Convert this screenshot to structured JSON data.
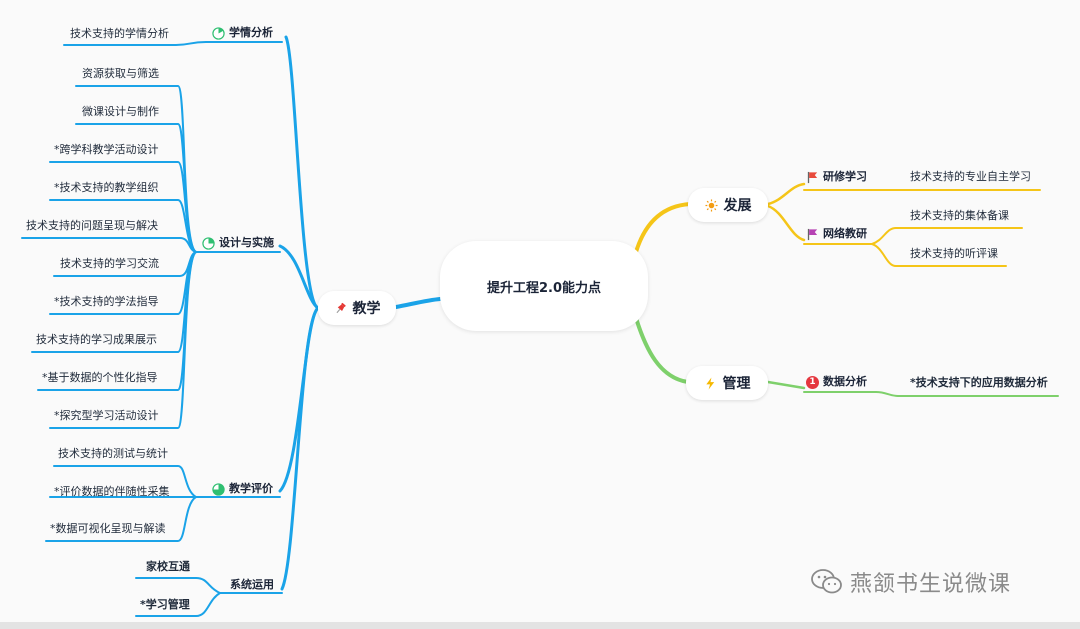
{
  "center": {
    "label": "提升工程2.0能力点"
  },
  "branches": {
    "teaching": {
      "label": "教学",
      "icon": "pushpin-icon",
      "groups": {
        "analysis": {
          "label": "学情分析",
          "items": [
            "技术支持的学情分析"
          ]
        },
        "design": {
          "label": "设计与实施",
          "items": [
            "资源获取与筛选",
            "微课设计与制作",
            "*跨学科教学活动设计",
            "*技术支持的教学组织",
            "技术支持的问题呈现与解决",
            "技术支持的学习交流",
            "*技术支持的学法指导",
            "技术支持的学习成果展示",
            "*基于数据的个性化指导",
            "*探究型学习活动设计"
          ]
        },
        "evaluation": {
          "label": "教学评价",
          "items": [
            "技术支持的测试与统计",
            "*评价数据的伴随性采集",
            "*数据可视化呈现与解读"
          ]
        },
        "system": {
          "label": "系统运用",
          "items": [
            "家校互通",
            "*学习管理"
          ]
        }
      }
    },
    "development": {
      "label": "发展",
      "icon": "sun-icon",
      "groups": {
        "training": {
          "label": "研修学习",
          "items": [
            "技术支持的专业自主学习"
          ]
        },
        "research": {
          "label": "网络教研",
          "items": [
            "技术支持的集体备课",
            "技术支持的听评课"
          ]
        }
      }
    },
    "management": {
      "label": "管理",
      "icon": "lightning-icon",
      "groups": {
        "data": {
          "label": "数据分析",
          "badge": "1",
          "items": [
            "*技术支持下的应用数据分析"
          ]
        }
      }
    }
  },
  "watermark": {
    "text": "燕颔书生说微课",
    "icon": "wechat-icon"
  },
  "colors": {
    "teaching_branch": "#1aa3e8",
    "development_branch": "#f5c518",
    "management_branch": "#7ed06b",
    "progress_pie": "#2fbf71",
    "flag_red": "#e84a3c",
    "flag_purple": "#b642b3",
    "sun": "#f39c12",
    "lightning": "#f5b800",
    "pushpin": "#e53935"
  }
}
